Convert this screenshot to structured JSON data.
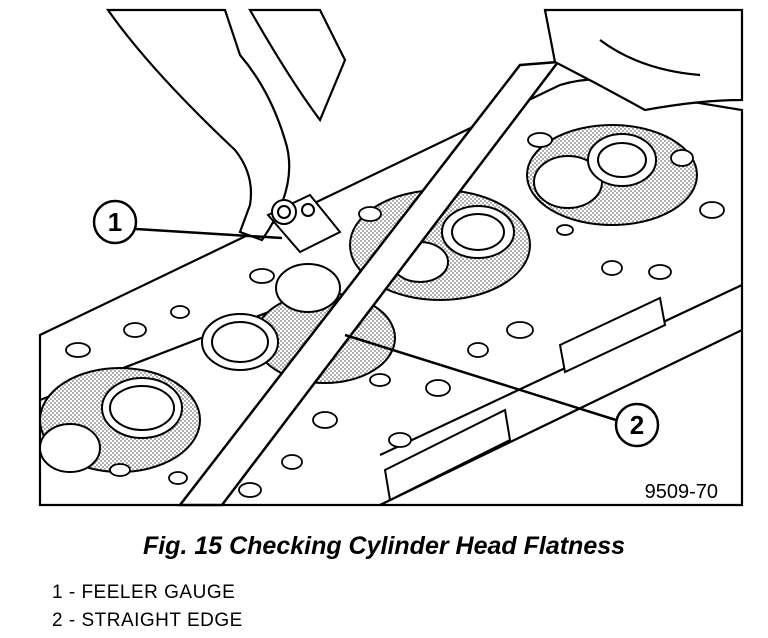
{
  "figure": {
    "part_number": "9509-70",
    "callouts": [
      {
        "id": "1"
      },
      {
        "id": "2"
      }
    ]
  },
  "caption": "Fig. 15 Checking Cylinder Head Flatness",
  "legend": [
    {
      "text": "1 - FEELER GAUGE"
    },
    {
      "text": "2 - STRAIGHT EDGE"
    }
  ],
  "colors": {
    "ink": "#000000",
    "shade": "#b8b8b8",
    "paper": "#ffffff"
  }
}
